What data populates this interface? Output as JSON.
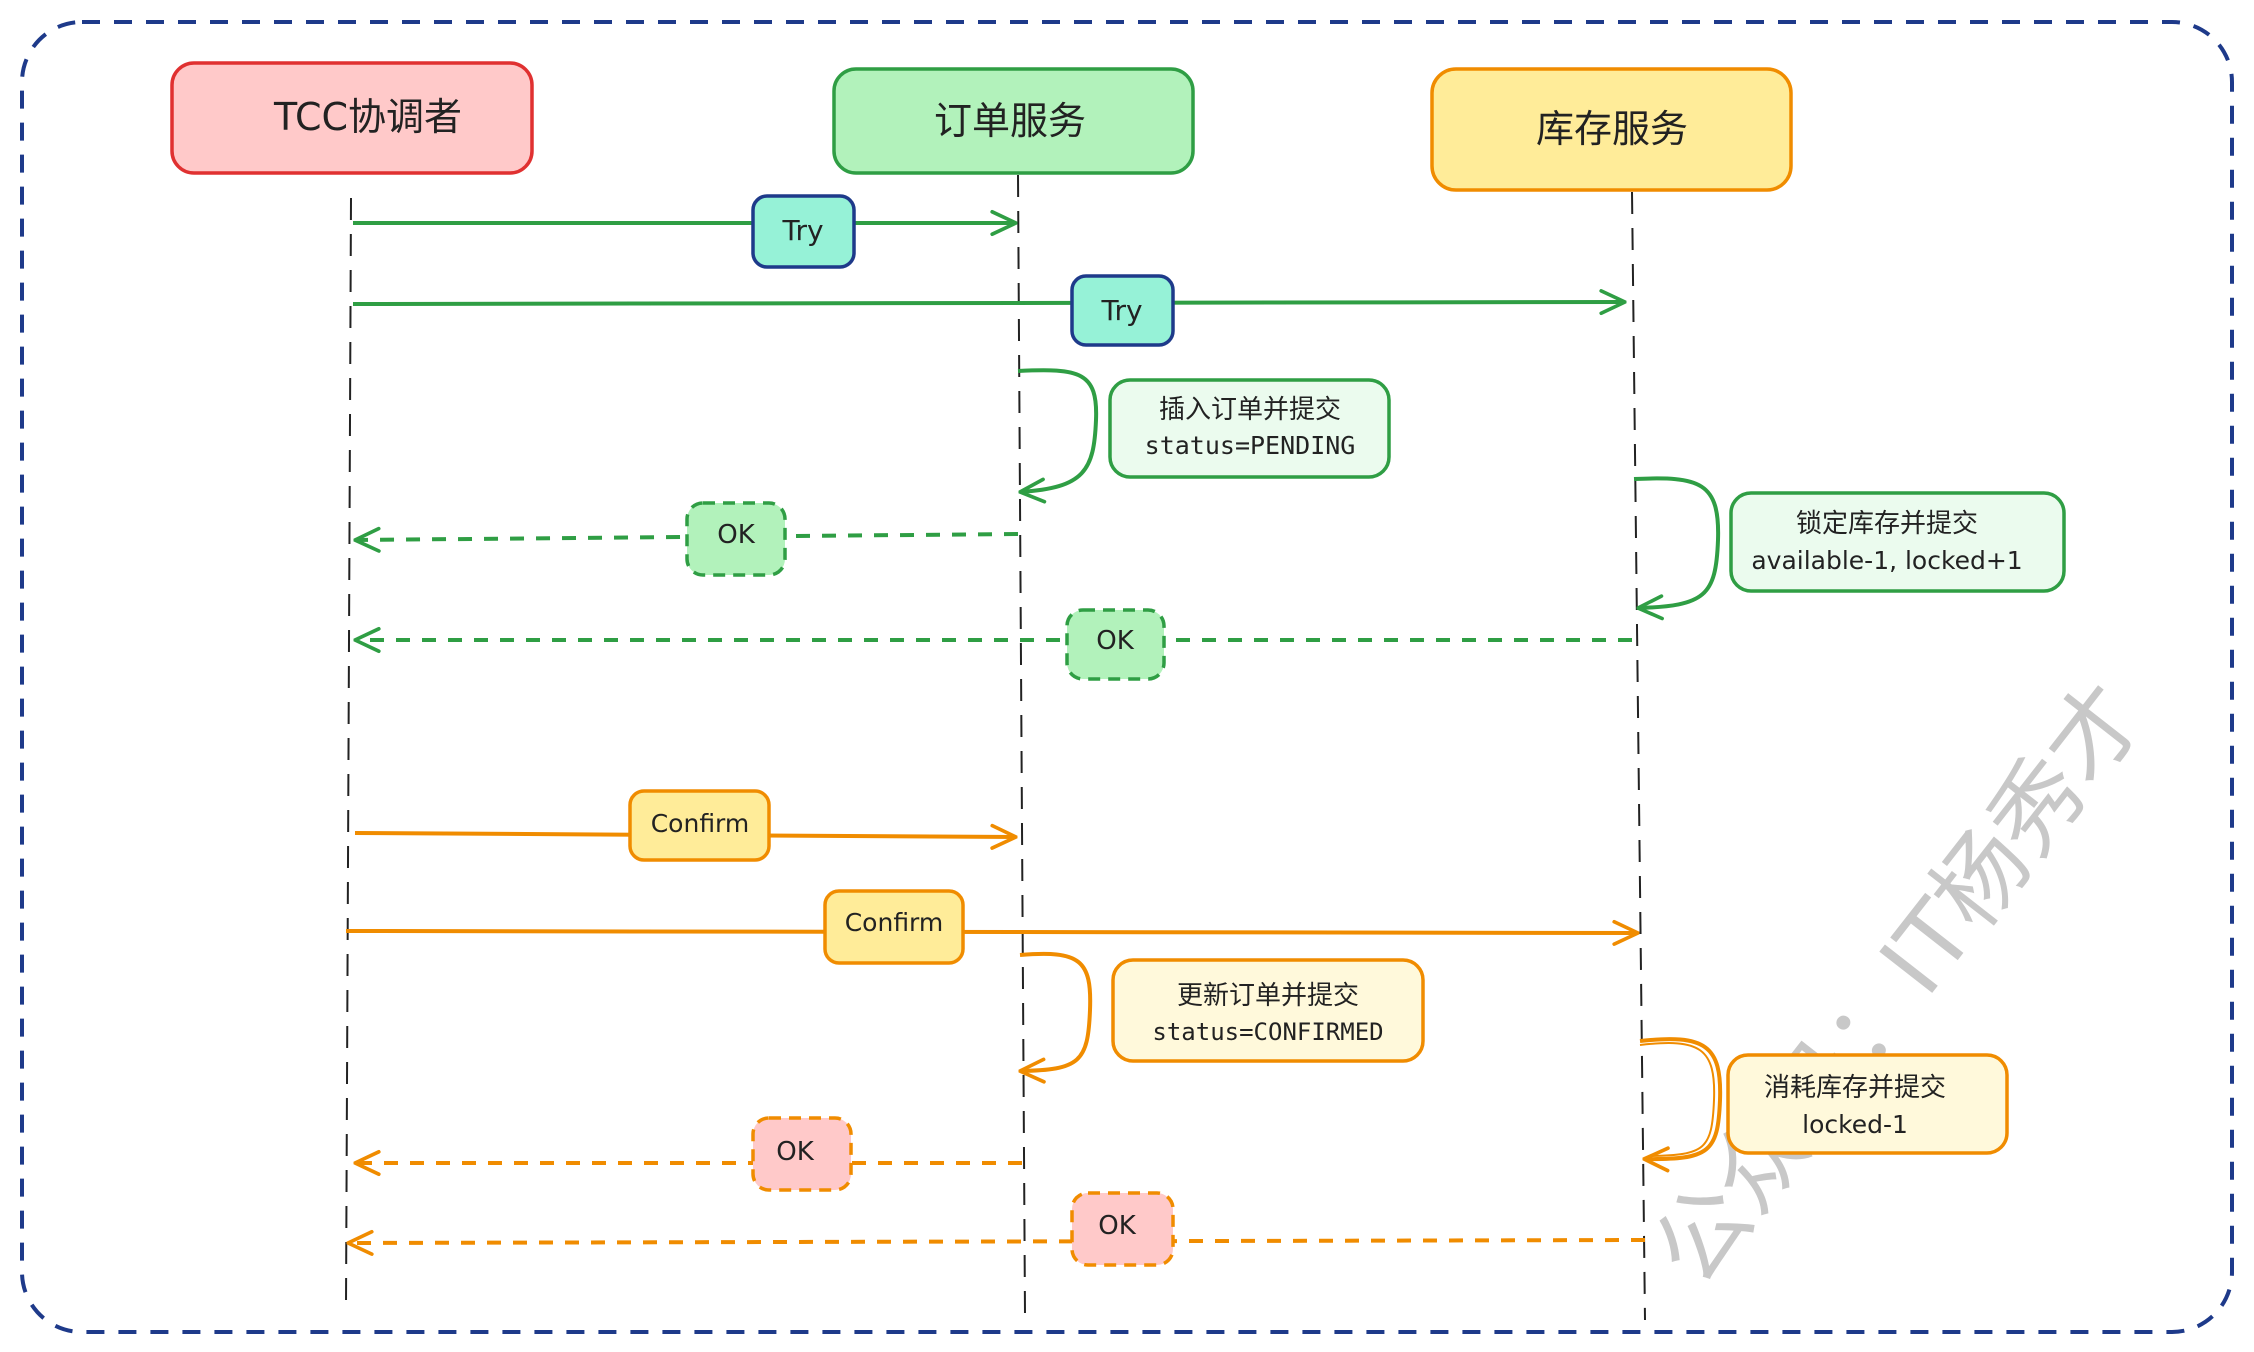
{
  "participants": [
    {
      "id": "coordinator",
      "label": "TCC协调者",
      "fill": "#ffc9c9",
      "stroke": "#e03131"
    },
    {
      "id": "order",
      "label": "订单服务",
      "fill": "#b2f2bb",
      "stroke": "#2f9e44"
    },
    {
      "id": "inventory",
      "label": "库存服务",
      "fill": "#ffec99",
      "stroke": "#f08c00"
    }
  ],
  "messages": {
    "try_order": {
      "label": "Try",
      "from": "coordinator",
      "to": "order"
    },
    "try_inventory": {
      "label": "Try",
      "from": "coordinator",
      "to": "inventory"
    },
    "order_try_note": {
      "line1": "插入订单并提交",
      "line2": "status=PENDING"
    },
    "ok_order_try": {
      "label": "OK",
      "from": "order",
      "to": "coordinator"
    },
    "inventory_try_note": {
      "line1": "锁定库存并提交",
      "line2": "available-1, locked+1"
    },
    "ok_inventory_try": {
      "label": "OK",
      "from": "inventory",
      "to": "coordinator"
    },
    "confirm_order": {
      "label": "Confirm",
      "from": "coordinator",
      "to": "order"
    },
    "confirm_inventory": {
      "label": "Confirm",
      "from": "coordinator",
      "to": "inventory"
    },
    "order_confirm_note": {
      "line1": "更新订单并提交",
      "line2": "status=CONFIRMED"
    },
    "inventory_confirm_note": {
      "line1": "消耗库存并提交",
      "line2": "locked-1"
    },
    "ok_order_confirm": {
      "label": "OK",
      "from": "order",
      "to": "coordinator"
    },
    "ok_inventory_confirm": {
      "label": "OK",
      "from": "inventory",
      "to": "coordinator"
    }
  },
  "colors": {
    "frame": "#1e3a8a",
    "try_phase": "#2f9e44",
    "confirm_phase": "#f08c00",
    "try_label_fill": "#96f2d7",
    "try_label_stroke": "#1e3a8a",
    "ok_try_fill": "#b2f2bb",
    "ok_confirm_fill": "#ffc9c9",
    "confirm_label_fill": "#ffec99",
    "note_try_fill": "#ebfbee",
    "note_confirm_fill": "#fff9db"
  },
  "watermark": "公众号：IT杨秀才"
}
